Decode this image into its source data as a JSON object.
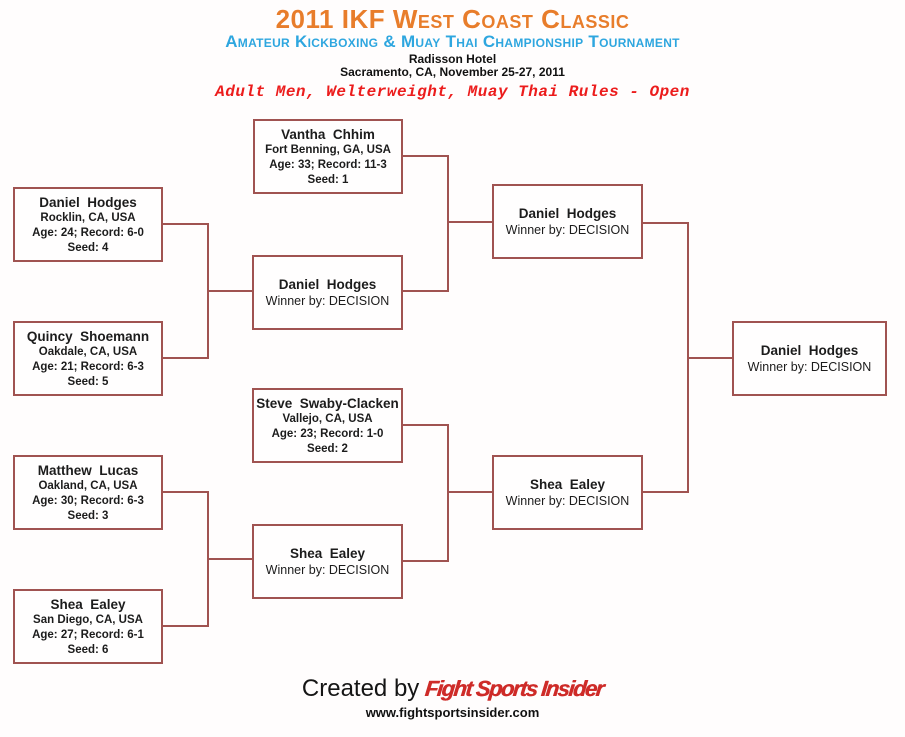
{
  "header": {
    "title": "2011 IKF West Coast Classic",
    "subtitle": "Amateur Kickboxing & Muay Thai Championship Tournament",
    "venue": "Radisson Hotel",
    "location_date": "Sacramento, CA, November 25-27, 2011",
    "division": "Adult Men, Welterweight, Muay Thai Rules - Open"
  },
  "colors": {
    "title_orange": "#E87D2B",
    "subtitle_blue": "#2EA6DF",
    "division_red": "#EC1C1C",
    "bracket_line": "#A05351",
    "logo_red": "#CE2B28"
  },
  "bracket": {
    "round1": [
      {
        "name": "Vantha  Chhim",
        "location": "Fort Benning, GA, USA",
        "age_record": "Age: 33; Record: 11-3",
        "seed": "Seed: 1"
      },
      {
        "name": "Daniel  Hodges",
        "location": "Rocklin, CA, USA",
        "age_record": "Age: 24; Record: 6-0",
        "seed": "Seed: 4"
      },
      {
        "name": "Quincy  Shoemann",
        "location": "Oakdale, CA, USA",
        "age_record": "Age: 21; Record: 6-3",
        "seed": "Seed: 5"
      },
      {
        "name": "Steve  Swaby-Clacken",
        "location": "Vallejo, CA, USA",
        "age_record": "Age: 23; Record: 1-0",
        "seed": "Seed: 2"
      },
      {
        "name": "Matthew  Lucas",
        "location": "Oakland, CA, USA",
        "age_record": "Age: 30; Record: 6-3",
        "seed": "Seed: 3"
      },
      {
        "name": "Shea  Ealey",
        "location": "San Diego, CA, USA",
        "age_record": "Age: 27; Record: 6-1",
        "seed": "Seed: 6"
      }
    ],
    "round1_winners": [
      {
        "name": "Daniel  Hodges",
        "result": "Winner by: DECISION"
      },
      {
        "name": "Shea  Ealey",
        "result": "Winner by: DECISION"
      }
    ],
    "semifinal_winners": [
      {
        "name": "Daniel  Hodges",
        "result": "Winner by: DECISION"
      },
      {
        "name": "Shea  Ealey",
        "result": "Winner by: DECISION"
      }
    ],
    "champion": {
      "name": "Daniel  Hodges",
      "result": "Winner by: DECISION"
    }
  },
  "footer": {
    "created_by": "Created by",
    "logo": "Fight Sports Insider",
    "website": "www.fightsportsinsider.com"
  }
}
